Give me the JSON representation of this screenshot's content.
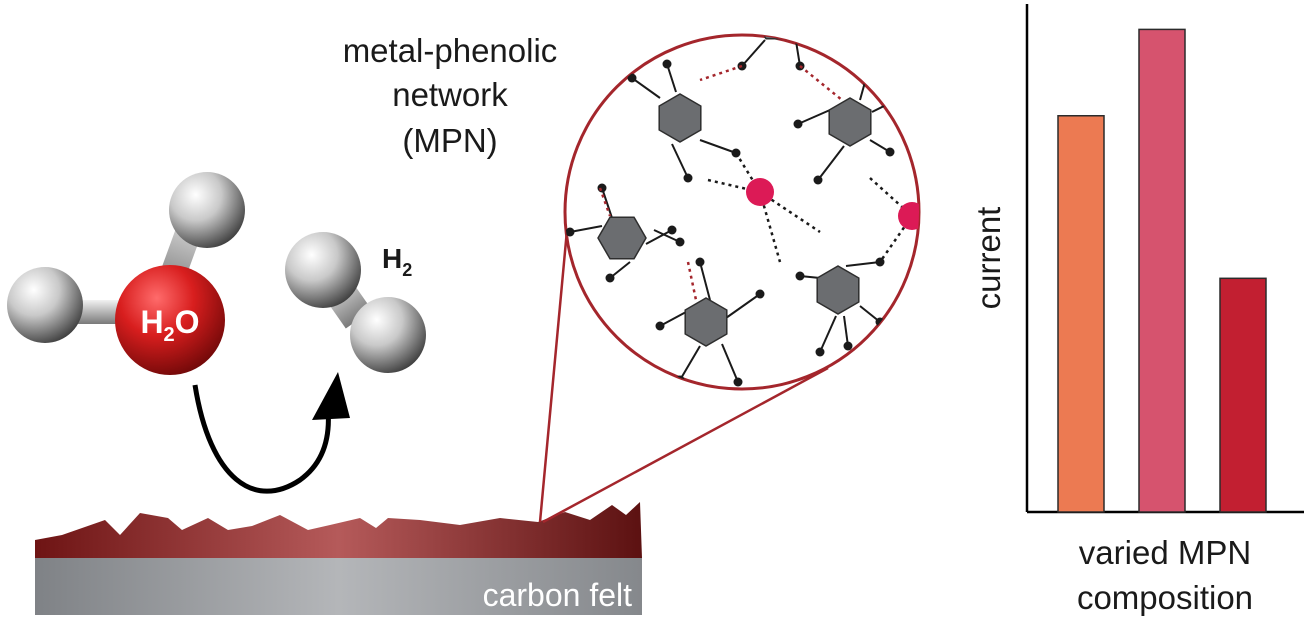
{
  "labels": {
    "mpn_line1": "metal-phenolic",
    "mpn_line2": "network",
    "mpn_line3": "(MPN)",
    "h2o_main": "H",
    "h2o_sub": "2",
    "h2o_end": "O",
    "h2_main": "H",
    "h2_sub": "2",
    "substrate": "carbon felt"
  },
  "chart_data": {
    "type": "bar",
    "xlabel_line1": "varied MPN",
    "xlabel_line2": "composition",
    "ylabel": "current",
    "values": [
      0.78,
      0.95,
      0.46
    ],
    "ylim": [
      0,
      1
    ],
    "colors": [
      "#ec7a52",
      "#d6536e",
      "#c21f31"
    ],
    "grid": false
  },
  "colors": {
    "oxygen": "#d81e1e",
    "hydrogen": "#cfcfcf",
    "metal_node": "#dc1a56",
    "ring": "#6b6d70",
    "zoom_outline": "#a4262c",
    "coating": "#8a1f1f",
    "felt": "#8e9194"
  }
}
